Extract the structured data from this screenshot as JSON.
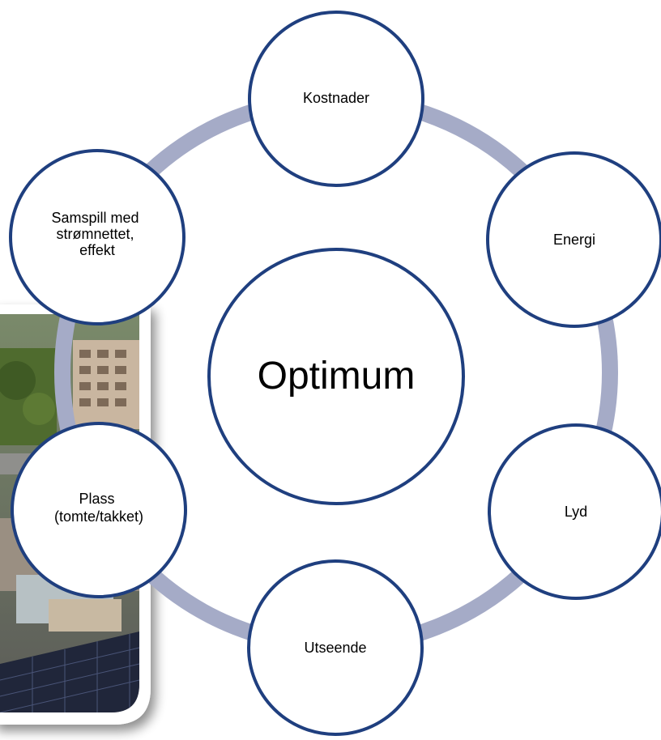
{
  "center": {
    "label": "Optimum"
  },
  "nodes": [
    {
      "id": "kostnader",
      "lines": [
        "Kostnader"
      ]
    },
    {
      "id": "energi",
      "lines": [
        "Energi"
      ]
    },
    {
      "id": "lyd",
      "lines": [
        "Lyd"
      ]
    },
    {
      "id": "utseende",
      "lines": [
        "Utseende"
      ]
    },
    {
      "id": "plass",
      "lines": [
        "Plass",
        "(tomte/takket)"
      ]
    },
    {
      "id": "samspill",
      "lines": [
        "Samspill med",
        "strømnettet,",
        "effekt"
      ]
    }
  ],
  "photo": {
    "description_icon": "aerial-city-photo-with-solar-panels"
  },
  "colors": {
    "circle_stroke": "#1f3f7f",
    "ring": "#a5abc7",
    "circle_fill": "#ffffff"
  }
}
